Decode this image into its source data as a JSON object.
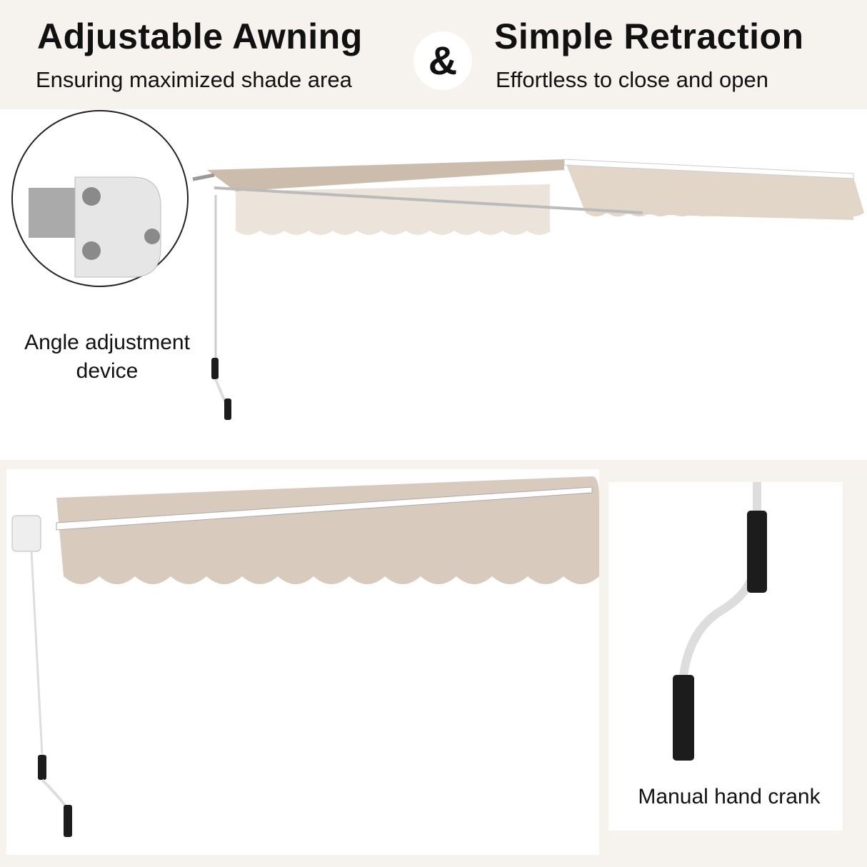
{
  "header": {
    "left_title": "Adjustable Awning",
    "left_subtitle": "Ensuring maximized shade area",
    "ampersand": "&",
    "right_title": "Simple Retraction",
    "right_subtitle": "Effortless to close and open"
  },
  "callouts": {
    "angle_device_line1": "Angle adjustment",
    "angle_device_line2": "device",
    "hand_crank": "Manual hand crank"
  },
  "colors": {
    "fabric": "#d8cbbd",
    "band": "#f6f3ef",
    "handle": "#1c1c1c"
  }
}
